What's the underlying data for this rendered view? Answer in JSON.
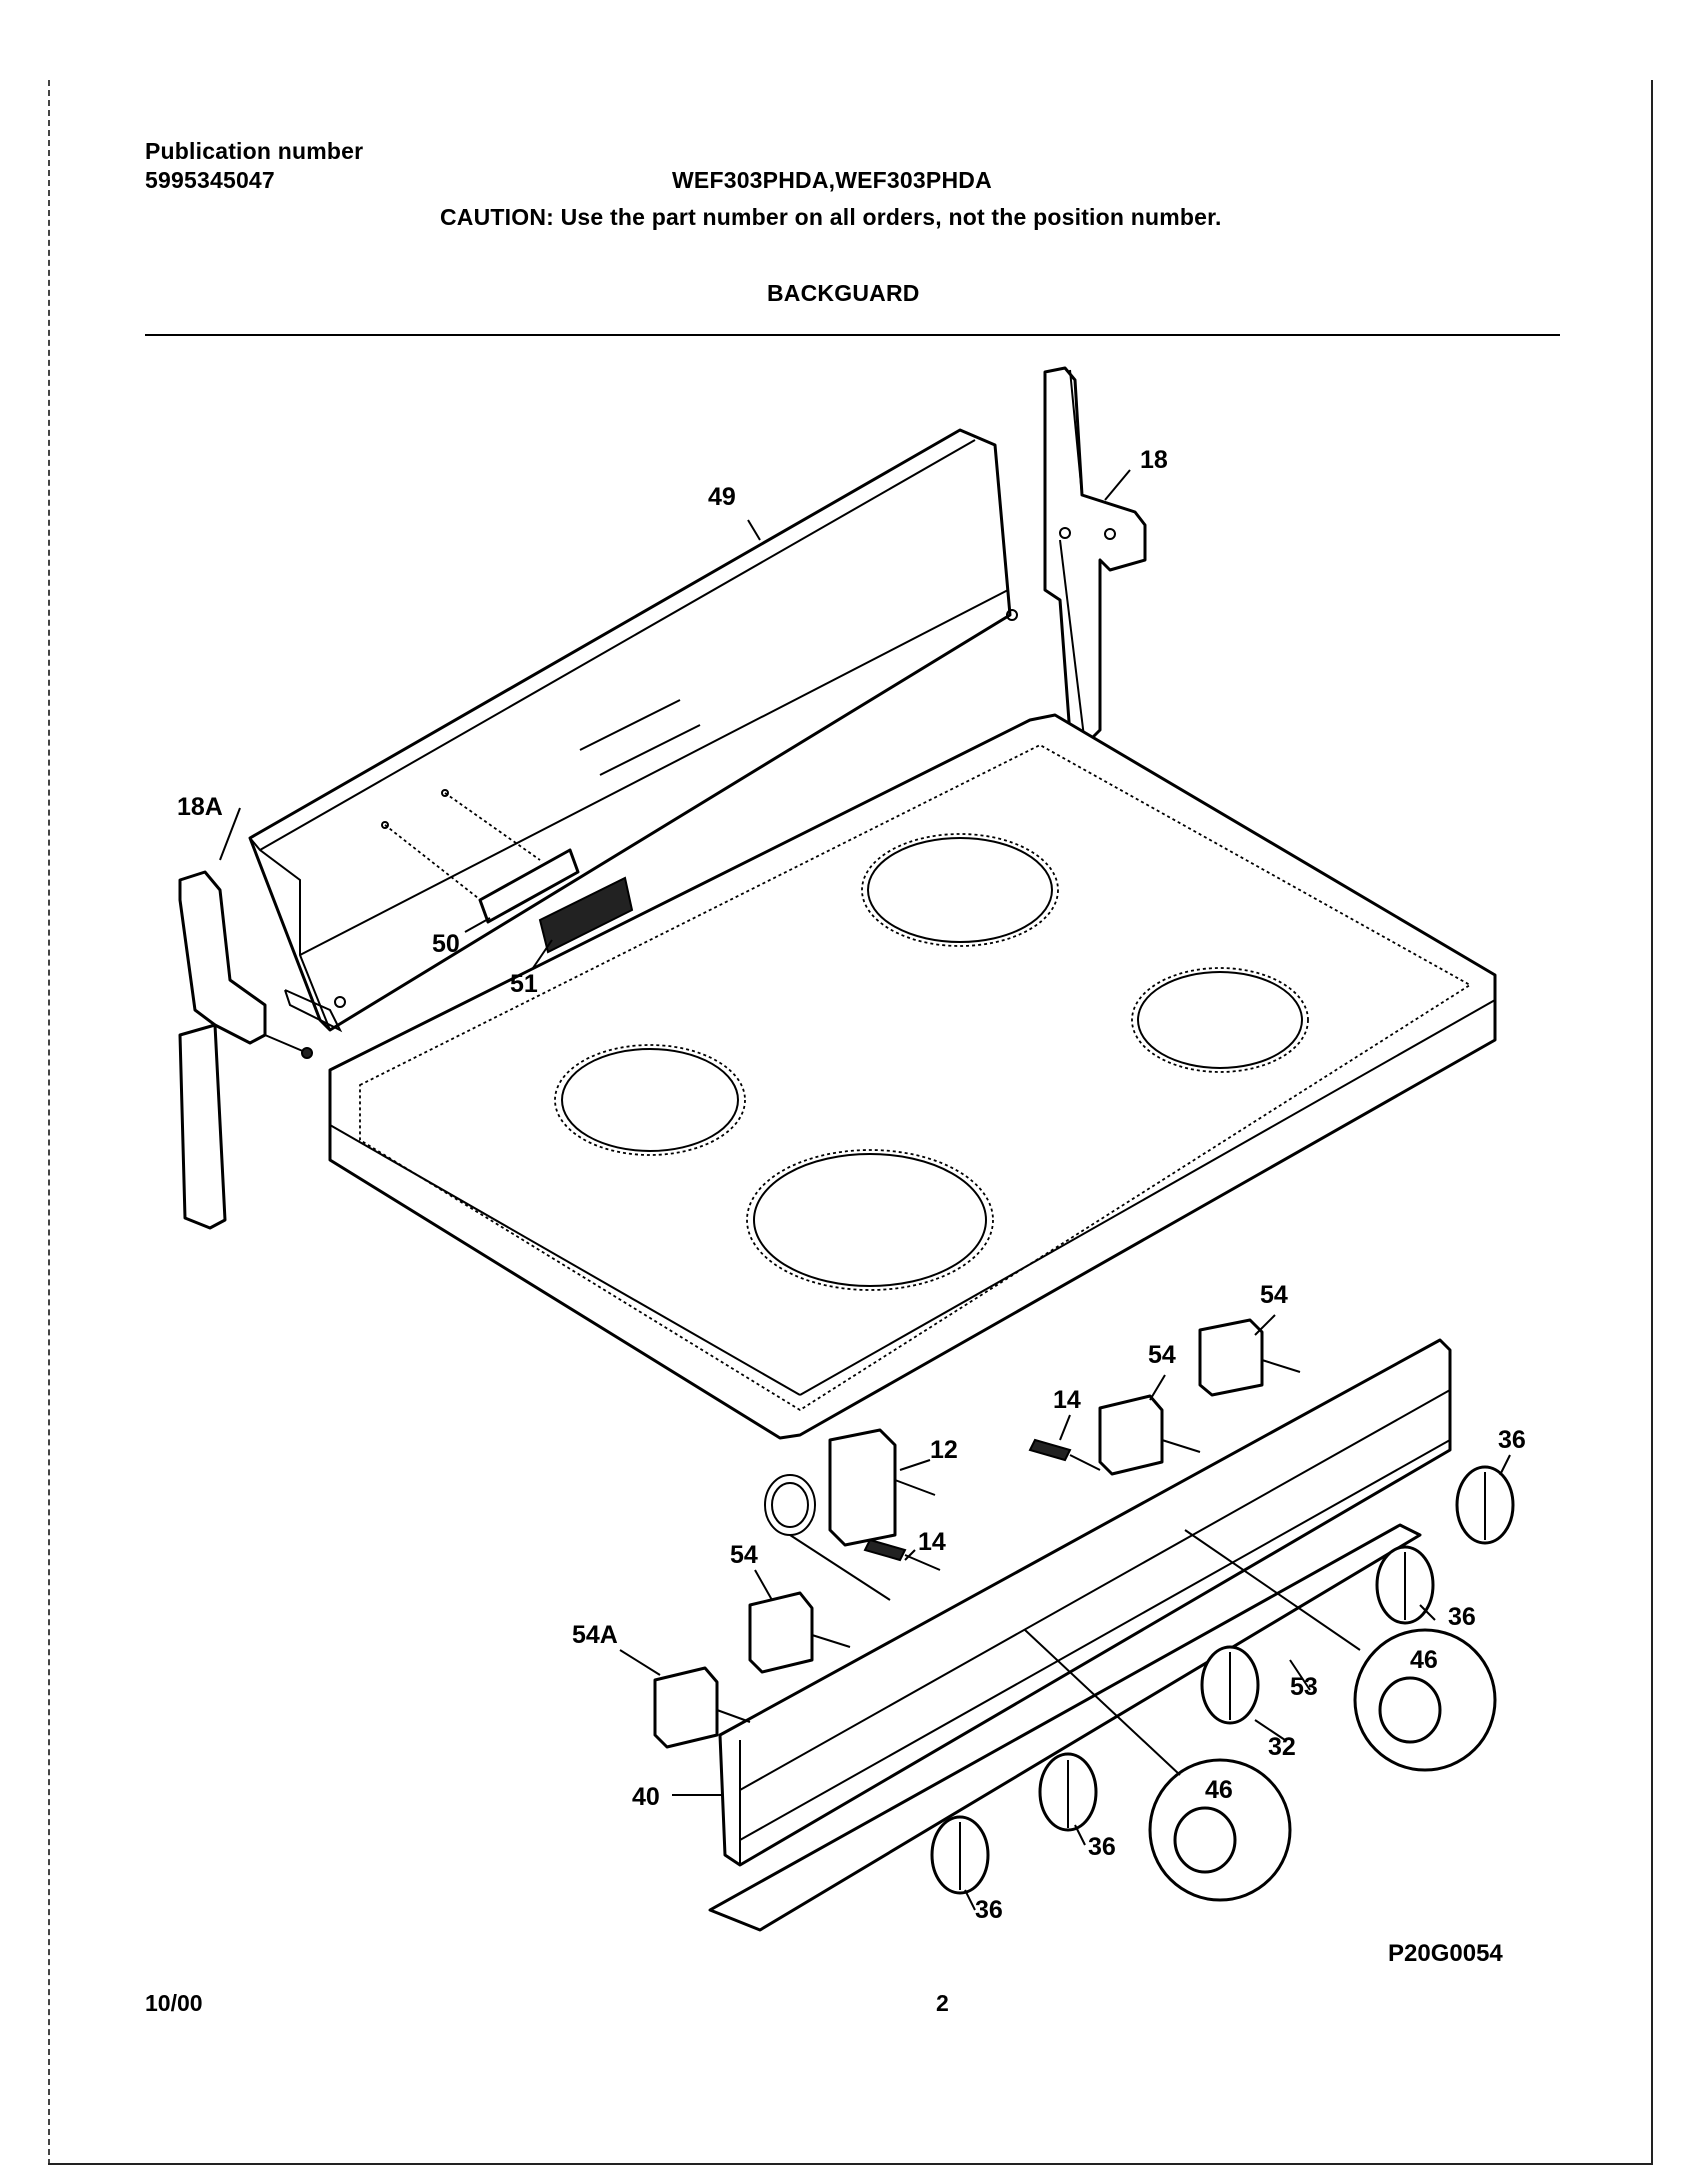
{
  "header": {
    "publication_label": "Publication number",
    "publication_number": "5995345047",
    "model": "WEF303PHDA,WEF303PHDA",
    "caution": "CAUTION:  Use the part number on all orders, not the position number.",
    "section_title": "BACKGUARD"
  },
  "diagram": {
    "id": "P20G0054",
    "callouts": {
      "c49": "49",
      "c18": "18",
      "c18a": "18A",
      "c50": "50",
      "c51": "51",
      "c54_top": "54",
      "c54_mid": "54",
      "c54_left": "54",
      "c54a": "54A",
      "c14_top": "14",
      "c14_bottom": "14",
      "c12": "12",
      "c36_right_top": "36",
      "c36_right_mid": "36",
      "c36_bottom_mid": "36",
      "c36_bottom_left": "36",
      "c32": "32",
      "c46_right": "46",
      "c46_left": "46",
      "c53": "53",
      "c40": "40"
    }
  },
  "footer": {
    "date": "10/00",
    "page": "2"
  }
}
